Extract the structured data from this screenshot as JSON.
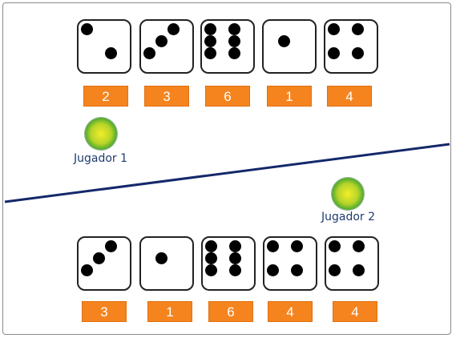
{
  "player1": {
    "name": "Jugador 1",
    "dice": [
      2,
      3,
      6,
      1,
      4
    ]
  },
  "player2": {
    "name": "Jugador 2",
    "dice": [
      3,
      1,
      6,
      4,
      4
    ]
  },
  "colors": {
    "badge": "#f5841f",
    "divider": "#14286a",
    "label": "#1f3b6f",
    "token": "#3aa12f"
  }
}
